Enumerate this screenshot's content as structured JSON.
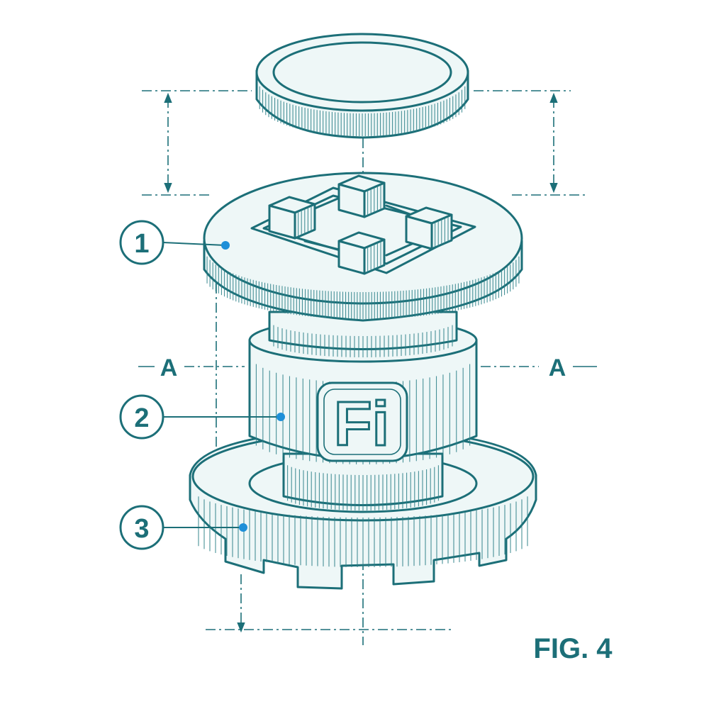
{
  "figure": {
    "label": "FIG. 4",
    "section_marker": "A",
    "callouts": [
      {
        "number": "1"
      },
      {
        "number": "2"
      },
      {
        "number": "3"
      }
    ],
    "logo_text": "Fi"
  },
  "colors": {
    "ink": "#1c6f78",
    "callout_dot": "#1e8fd8",
    "background": "#ffffff"
  }
}
